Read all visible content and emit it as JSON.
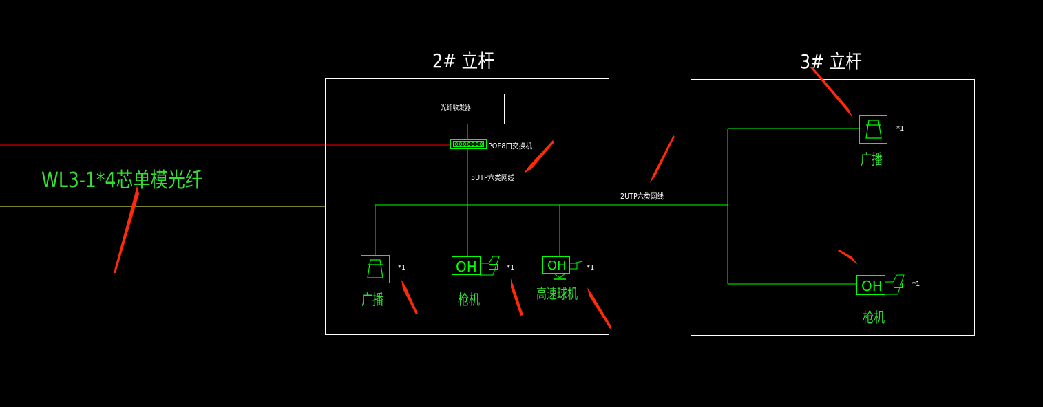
{
  "pole2": {
    "title": "2# 立杆"
  },
  "pole3": {
    "title": "3# 立杆"
  },
  "fiber_cable": {
    "label": "WL3-1*4芯单模光纤"
  },
  "fiber_transceiver": {
    "label": "光纤收发器"
  },
  "poe_switch": {
    "label": "POE8口交换机"
  },
  "cable_5utp": {
    "label": "5UTP六类网线"
  },
  "cable_2utp": {
    "label": "2UTP六类网线"
  },
  "camera_text": "OH",
  "qty": "*1",
  "devices": {
    "p2_broadcast": {
      "label": "广播"
    },
    "p2_gun": {
      "label": "枪机"
    },
    "p2_dome": {
      "label": "高速球机"
    },
    "p3_broadcast": {
      "label": "广播"
    },
    "p3_gun": {
      "label": "枪机"
    }
  },
  "colors": {
    "background": "#000000",
    "frame": "#ffffff",
    "green": "#00ff00",
    "text_green": "#33dd33",
    "red_line": "#ff0000",
    "yellow_line": "#ffff66",
    "arrow": "#ff2a0a"
  }
}
